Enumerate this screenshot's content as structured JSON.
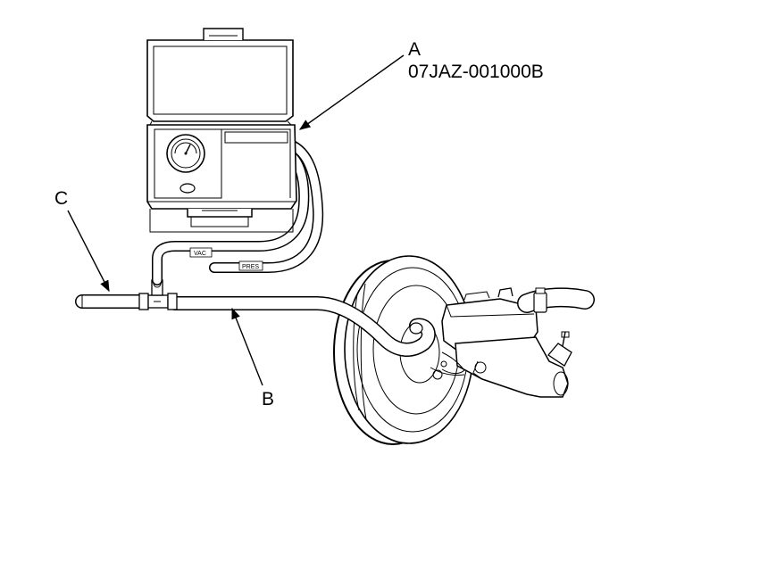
{
  "callouts": {
    "a_letter": "A",
    "a_part_number": "07JAZ-001000B",
    "b_letter": "B",
    "c_letter": "C"
  },
  "hose_tags": {
    "vac": "VAC",
    "pres": "PRES"
  },
  "colors": {
    "line": "#000000",
    "background": "#ffffff"
  }
}
